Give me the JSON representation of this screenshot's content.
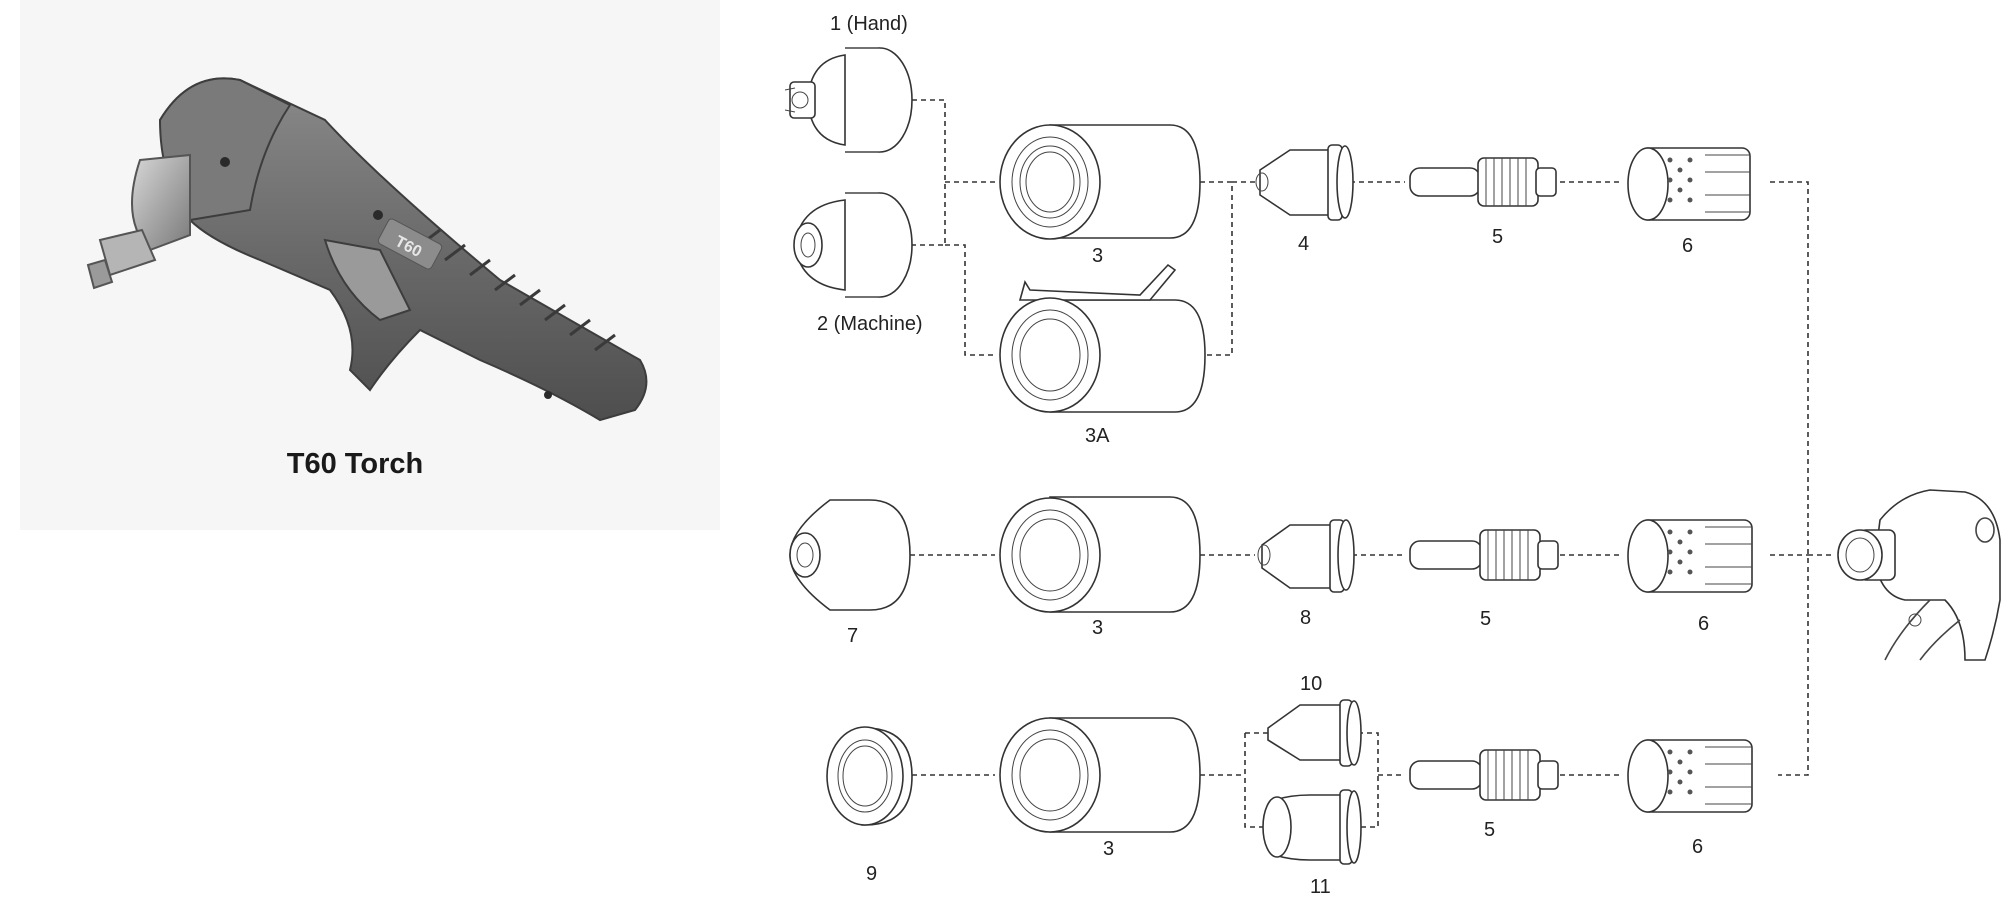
{
  "torch": {
    "caption": "T60 Torch",
    "model_mark": "T60"
  },
  "parts": {
    "p1": "1 (Hand)",
    "p2": "2 (Machine)",
    "p3_row1": "3",
    "p3a": "3A",
    "p4": "4",
    "p5_row1": "5",
    "p6_row1": "6",
    "p7": "7",
    "p3_row2": "3",
    "p8": "8",
    "p5_row2": "5",
    "p6_row2": "6",
    "p9": "9",
    "p3_row3": "3",
    "p10": "10",
    "p11": "11",
    "p5_row3": "5",
    "p6_row3": "6"
  },
  "colors": {
    "panel_bg": "#f6f6f6",
    "torch_body": "#6e6e6e",
    "line": "#333333"
  }
}
